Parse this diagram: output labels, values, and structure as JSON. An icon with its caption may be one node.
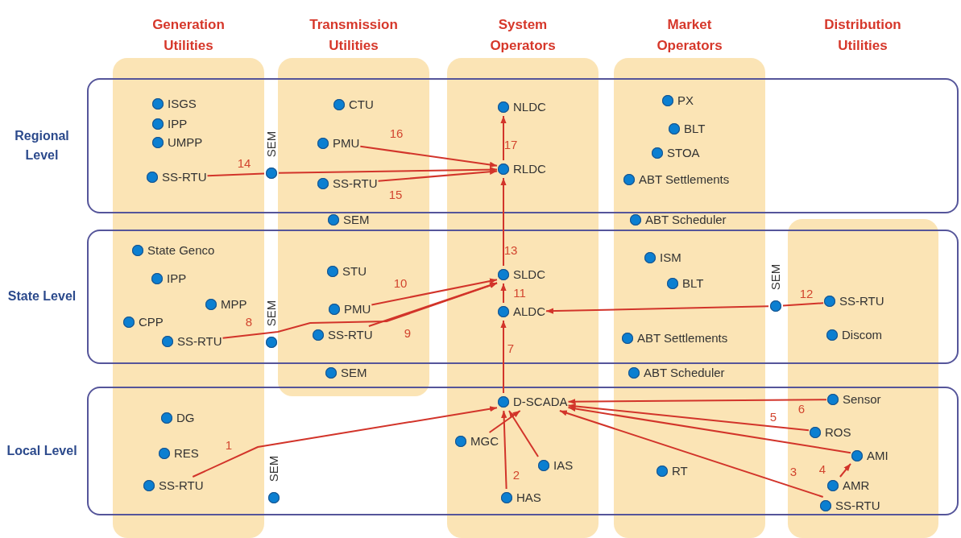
{
  "diagram": {
    "nodes": [
      {
        "text": [
          "ISGS"
        ]
      },
      {
        "text": [
          "IPP"
        ]
      },
      {
        "text": [
          "UMPP"
        ]
      },
      {
        "text": [
          "SS-RTU"
        ]
      },
      {
        "text": [
          "SEM"
        ]
      },
      {
        "text": [
          "CTU"
        ]
      },
      {
        "text": [
          "PMU"
        ]
      },
      {
        "text": [
          "SS-RTU"
        ]
      },
      {
        "text": [
          "SEM"
        ]
      },
      {
        "text": [
          "NLDC"
        ]
      },
      {
        "text": [
          "RLDC"
        ]
      },
      {
        "text": [
          "PX"
        ]
      },
      {
        "text": [
          "BLT"
        ]
      },
      {
        "text": [
          "STOA"
        ]
      },
      {
        "text": [
          "ABT Settlements"
        ]
      },
      {
        "text": [
          "ABT Scheduler"
        ]
      },
      {
        "text": [
          "State Genco"
        ]
      },
      {
        "text": [
          "IPP"
        ]
      },
      {
        "text": [
          "MPP"
        ]
      },
      {
        "text": [
          "CPP"
        ]
      },
      {
        "text": [
          "SS-RTU"
        ]
      },
      {
        "text": [
          "SEM"
        ]
      },
      {
        "text": [
          "STU"
        ]
      },
      {
        "text": [
          "PMU"
        ]
      },
      {
        "text": [
          "SS-RTU"
        ]
      },
      {
        "text": [
          "SEM"
        ]
      },
      {
        "text": [
          "SLDC"
        ]
      },
      {
        "text": [
          "ALDC"
        ]
      },
      {
        "text": [
          "ISM"
        ]
      },
      {
        "text": [
          "BLT"
        ]
      },
      {
        "text": [
          "ABT Settlements"
        ]
      },
      {
        "text": [
          "ABT Scheduler"
        ]
      },
      {
        "text": [
          "SEM"
        ]
      },
      {
        "text": [
          "SS-RTU"
        ]
      },
      {
        "text": [
          "Discom"
        ]
      },
      {
        "text": [
          "DG"
        ]
      },
      {
        "text": [
          "RES"
        ]
      },
      {
        "text": [
          "SS-RTU"
        ]
      },
      {
        "text": [
          "SEM"
        ]
      },
      {
        "text": [
          "D-SCADA"
        ]
      },
      {
        "text": [
          "MGC"
        ]
      },
      {
        "text": [
          "IAS"
        ]
      },
      {
        "text": [
          "HAS"
        ]
      },
      {
        "text": [
          "RT"
        ]
      },
      {
        "text": [
          "Sensor"
        ]
      },
      {
        "text": [
          "ROS"
        ]
      },
      {
        "text": [
          "AMI"
        ]
      },
      {
        "text": [
          "AMR"
        ]
      },
      {
        "text": [
          "SS-RTU"
        ]
      }
    ],
    "edges": [
      {
        "from": 37,
        "to": 39,
        "arrow": "to",
        "label": "1"
      },
      {
        "from": 42,
        "to": 39,
        "arrow": "to",
        "label": "2"
      },
      {
        "from": 40,
        "to": 39,
        "arrow": "to"
      },
      {
        "from": 41,
        "to": 39,
        "arrow": "to"
      },
      {
        "from": 48,
        "to": 39,
        "arrow": "to",
        "label": "3"
      },
      {
        "from": 47,
        "to": 46,
        "arrow": "to",
        "label": "4"
      },
      {
        "from": 46,
        "to": 39,
        "arrow": "to"
      },
      {
        "from": 45,
        "to": 39,
        "arrow": "to",
        "label": "5"
      },
      {
        "from": 44,
        "to": 39,
        "arrow": "to",
        "label": "6"
      },
      {
        "from": 39,
        "to": 27,
        "arrow": "to",
        "label": "7"
      },
      {
        "from": 20,
        "to": 26,
        "arrow": "to",
        "label": "8"
      },
      {
        "from": 24,
        "to": 26,
        "arrow": "to",
        "label": "9"
      },
      {
        "from": 23,
        "to": 26,
        "arrow": "to",
        "label": "10"
      },
      {
        "from": 27,
        "to": 26,
        "arrow": "to",
        "label": "11"
      },
      {
        "from": 33,
        "to": 32,
        "arrow": "none",
        "label": "12"
      },
      {
        "from": 32,
        "to": 27,
        "arrow": "to"
      },
      {
        "from": 26,
        "to": 10,
        "arrow": "to",
        "label": "13"
      },
      {
        "from": 3,
        "to": 4,
        "arrow": "none",
        "label": "14"
      },
      {
        "from": 4,
        "to": 10,
        "arrow": "to"
      },
      {
        "from": 7,
        "to": 10,
        "arrow": "to",
        "label": "15"
      },
      {
        "from": 6,
        "to": 10,
        "arrow": "to",
        "label": "16"
      },
      {
        "from": 10,
        "to": 9,
        "arrow": "to",
        "label": "17"
      }
    ],
    "labels": [
      "Generation Utilities",
      "Transmission Utilities",
      "System Operators",
      "Market Operators",
      "Distribution Utilities",
      "Regional Level",
      "State Level",
      "Local Level"
    ]
  }
}
